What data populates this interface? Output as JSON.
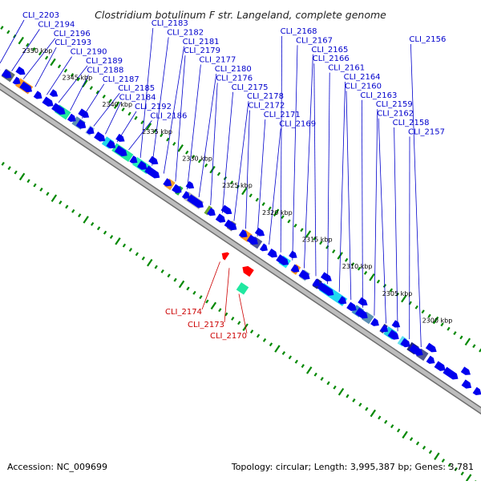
{
  "title": "Clostridium botulinum F str. Langeland, complete genome",
  "footer": {
    "accession": "Accession: NC_009699",
    "summary": "Topology: circular; Length: 3,995,387 bp; Genes: 3,781"
  },
  "colors": {
    "forward_strand": "#0000ee",
    "reverse_strand": "#ff0000",
    "backbone": "#999999",
    "tick": "#008800",
    "blue_label": "#0000cc",
    "red_label": "#cc0000"
  },
  "ruler_labels": [
    "2350 kbp",
    "2345 kbp",
    "2340 kbp",
    "2335 kbp",
    "2330 kbp",
    "2325 kbp",
    "2320 kbp",
    "2315 kbp",
    "2310 kbp",
    "2305 kbp",
    "2300 kbp"
  ],
  "gene_labels_top": [
    "CLI_2203",
    "CLI_2194",
    "CLI_2196",
    "CLI_2193",
    "CLI_2190",
    "CLI_2189",
    "CLI_2188",
    "CLI_2187",
    "CLI_2185",
    "CLI_2184",
    "CLI_2192",
    "CLI_2186",
    "CLI_2183",
    "CLI_2182",
    "CLI_2181",
    "CLI_2179",
    "CLI_2177",
    "CLI_2180",
    "CLI_2176",
    "CLI_2175",
    "CLI_2178",
    "CLI_2172",
    "CLI_2171",
    "CLI_2169",
    "CLI_2168",
    "CLI_2167",
    "CLI_2165",
    "CLI_2166",
    "CLI_2161",
    "CLI_2164",
    "CLI_2160",
    "CLI_2163",
    "CLI_2159",
    "CLI_2162",
    "CLI_2158",
    "CLI_2157",
    "CLI_2156"
  ],
  "gene_labels_reverse": [
    "CLI_2174",
    "CLI_2173",
    "CLI_2170"
  ]
}
